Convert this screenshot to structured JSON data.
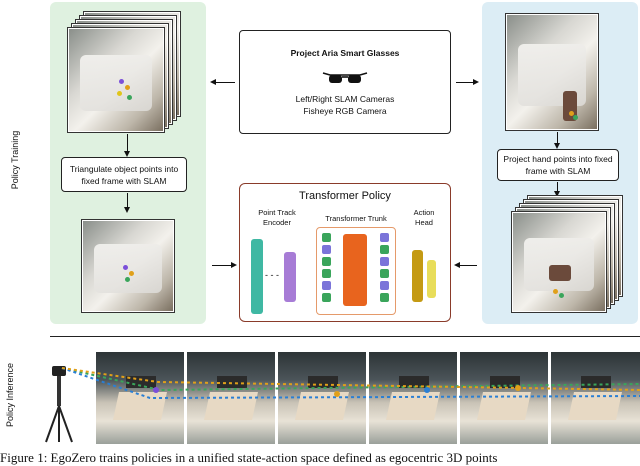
{
  "labels": {
    "policy_training": "Policy Training",
    "policy_inference": "Policy Inference"
  },
  "glasses_box": {
    "title": "Project Aria Smart Glasses",
    "line1": "Left/Right SLAM Cameras",
    "line2": "Fisheye RGB Camera"
  },
  "left_panel": {
    "step_text": "Triangulate object points into fixed frame with SLAM"
  },
  "right_panel": {
    "step_text": "Project hand points into fixed frame with SLAM"
  },
  "policy": {
    "title": "Transformer Policy",
    "encoder_label": "Point Track Encoder",
    "trunk_label": "Transformer Trunk",
    "head_label": "Action Head"
  },
  "caption": "Figure 1: EgoZero trains policies in a unified state-action space defined as egocentric 3D points",
  "colors": {
    "left_panel_bg": "#dff1e0",
    "right_panel_bg": "#dcedf5",
    "policy_border": "#8a3b2a",
    "encoder_bar": "#3fb8a3",
    "encoder_bar2": "#a77cd6",
    "trunk_block": "#e8641e",
    "trunk_border": "#e59a6a",
    "token_green": "#3aa55b",
    "token_purple": "#7b74d9",
    "head_bar": "#c49a13",
    "head_bar2": "#e8dd5a"
  },
  "icons": [
    "glasses-icon",
    "tripod-camera-icon"
  ]
}
